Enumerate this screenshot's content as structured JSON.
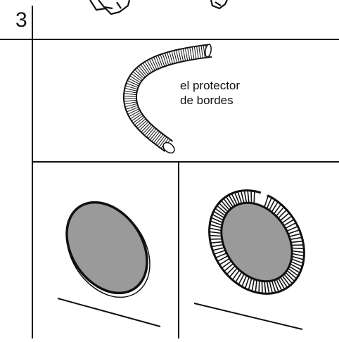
{
  "step": {
    "number": "3"
  },
  "panel_top": {
    "label_line1": "el protector",
    "label_line2": "de bordes"
  },
  "colors": {
    "line": "#111111",
    "lens_fill": "#9a9a9a",
    "background": "#ffffff"
  },
  "icons": {
    "top_left_part": "partial-clip-icon",
    "top_right_part": "partial-cap-icon",
    "edge_protector": "corrugated-tube-icon",
    "lens_plain": "oval-lens-icon",
    "lens_with_protector": "oval-lens-with-edge-protector-icon"
  }
}
